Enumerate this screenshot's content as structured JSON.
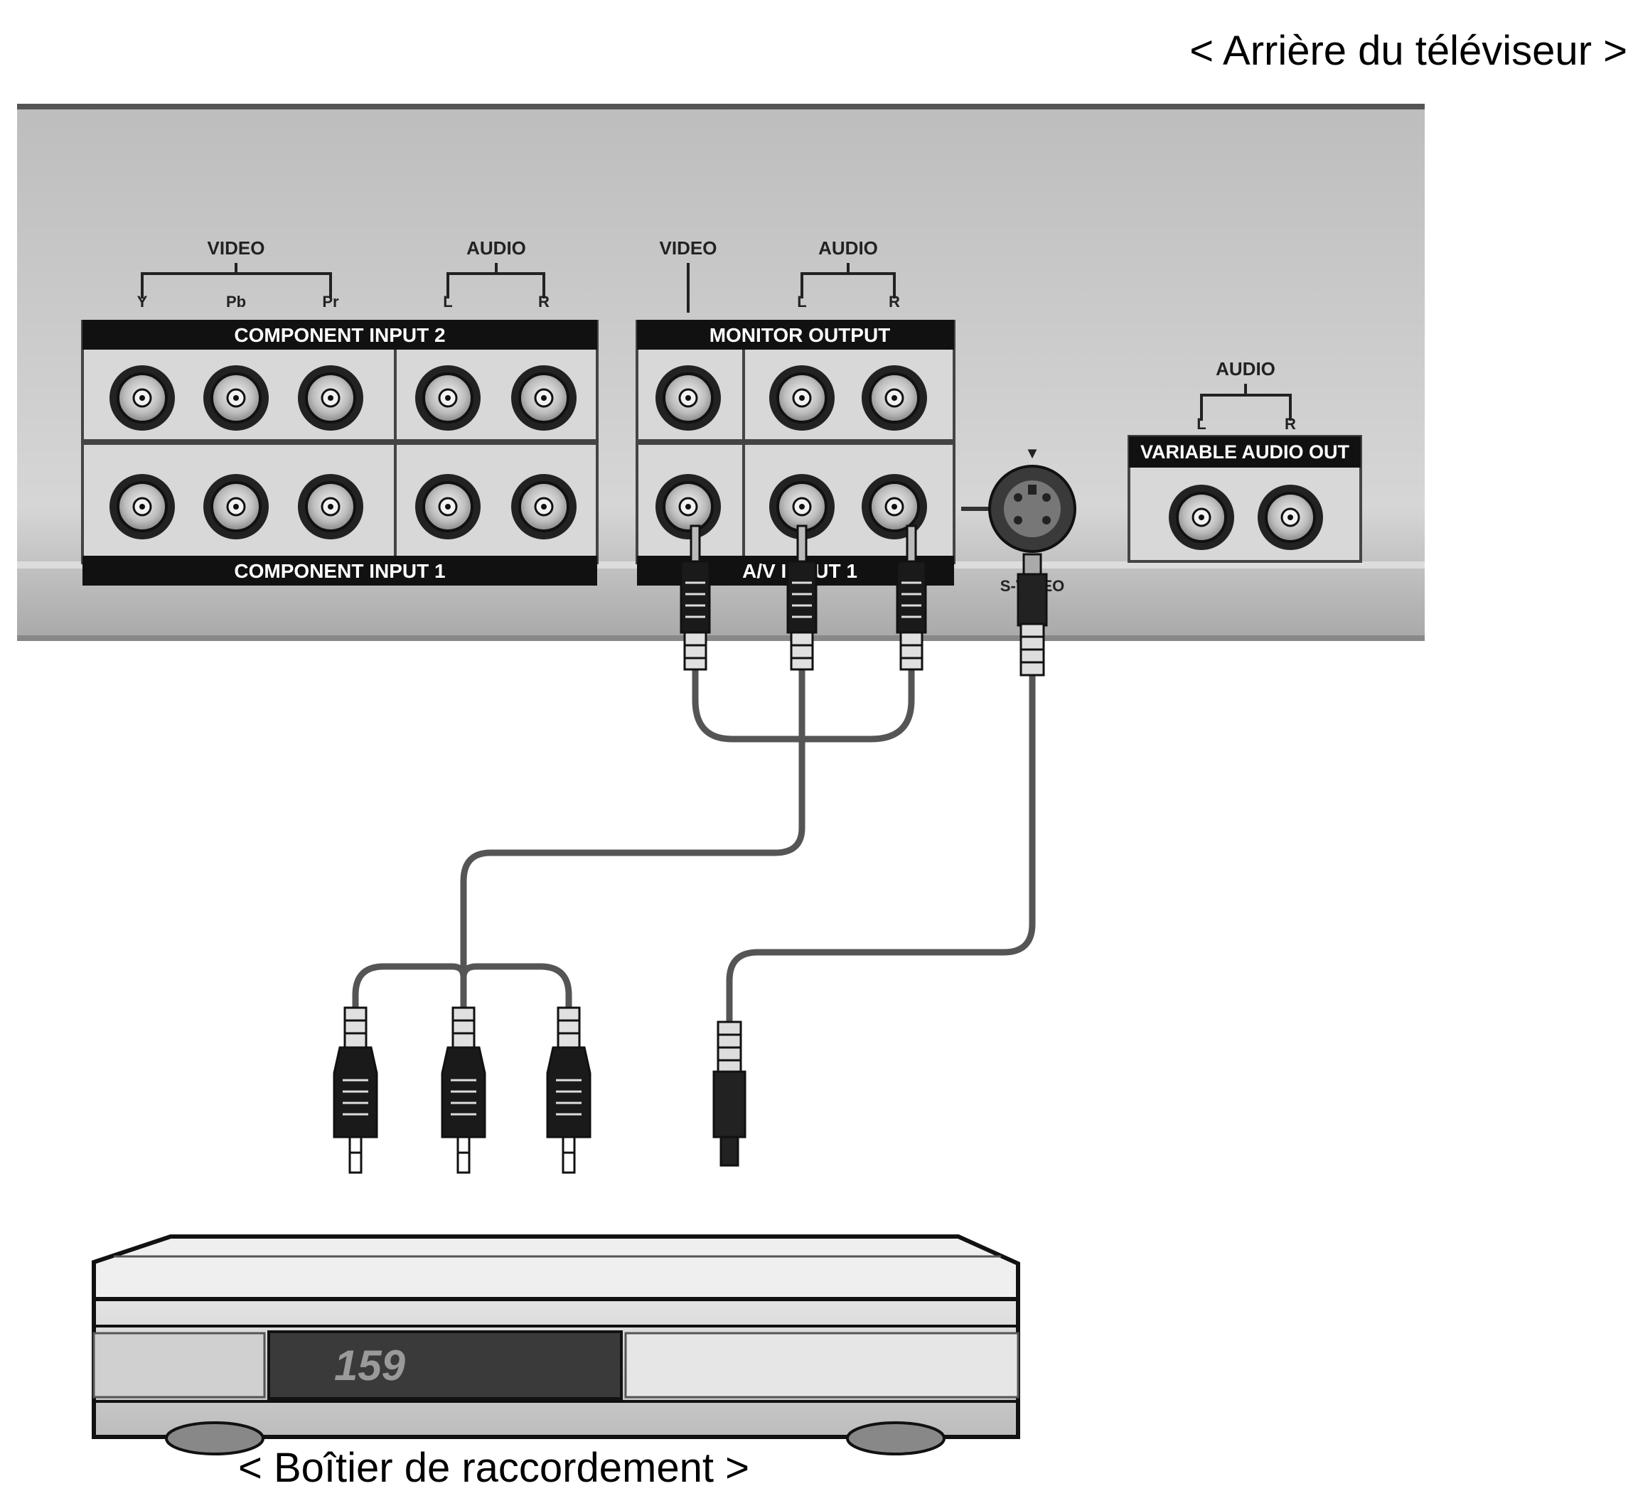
{
  "captions": {
    "tv_back": "< Arrière du téléviseur >",
    "set_top_box": "< Boîtier de raccordement >"
  },
  "tv_panel": {
    "component_input_2": "COMPONENT INPUT 2",
    "component_input_1": "COMPONENT INPUT 1",
    "monitor_output": "MONITOR OUTPUT",
    "av_input_1": "A/V INPUT 1",
    "variable_audio_out": "VARIABLE AUDIO OUT",
    "video_group_label": "VIDEO",
    "audio_group_label": "AUDIO",
    "video_label": "VIDEO",
    "y_label": "Y",
    "pb_label": "Pb",
    "pr_label": "Pr",
    "l_label": "L",
    "r_label": "R",
    "s_video_label": "S-VIDEO"
  },
  "set_top_box": {
    "display_value": "159"
  },
  "colors": {
    "panel": "#c9c9c9",
    "label_bar": "#111111",
    "cable": "#555555",
    "box_body": "#d4d4d4"
  }
}
